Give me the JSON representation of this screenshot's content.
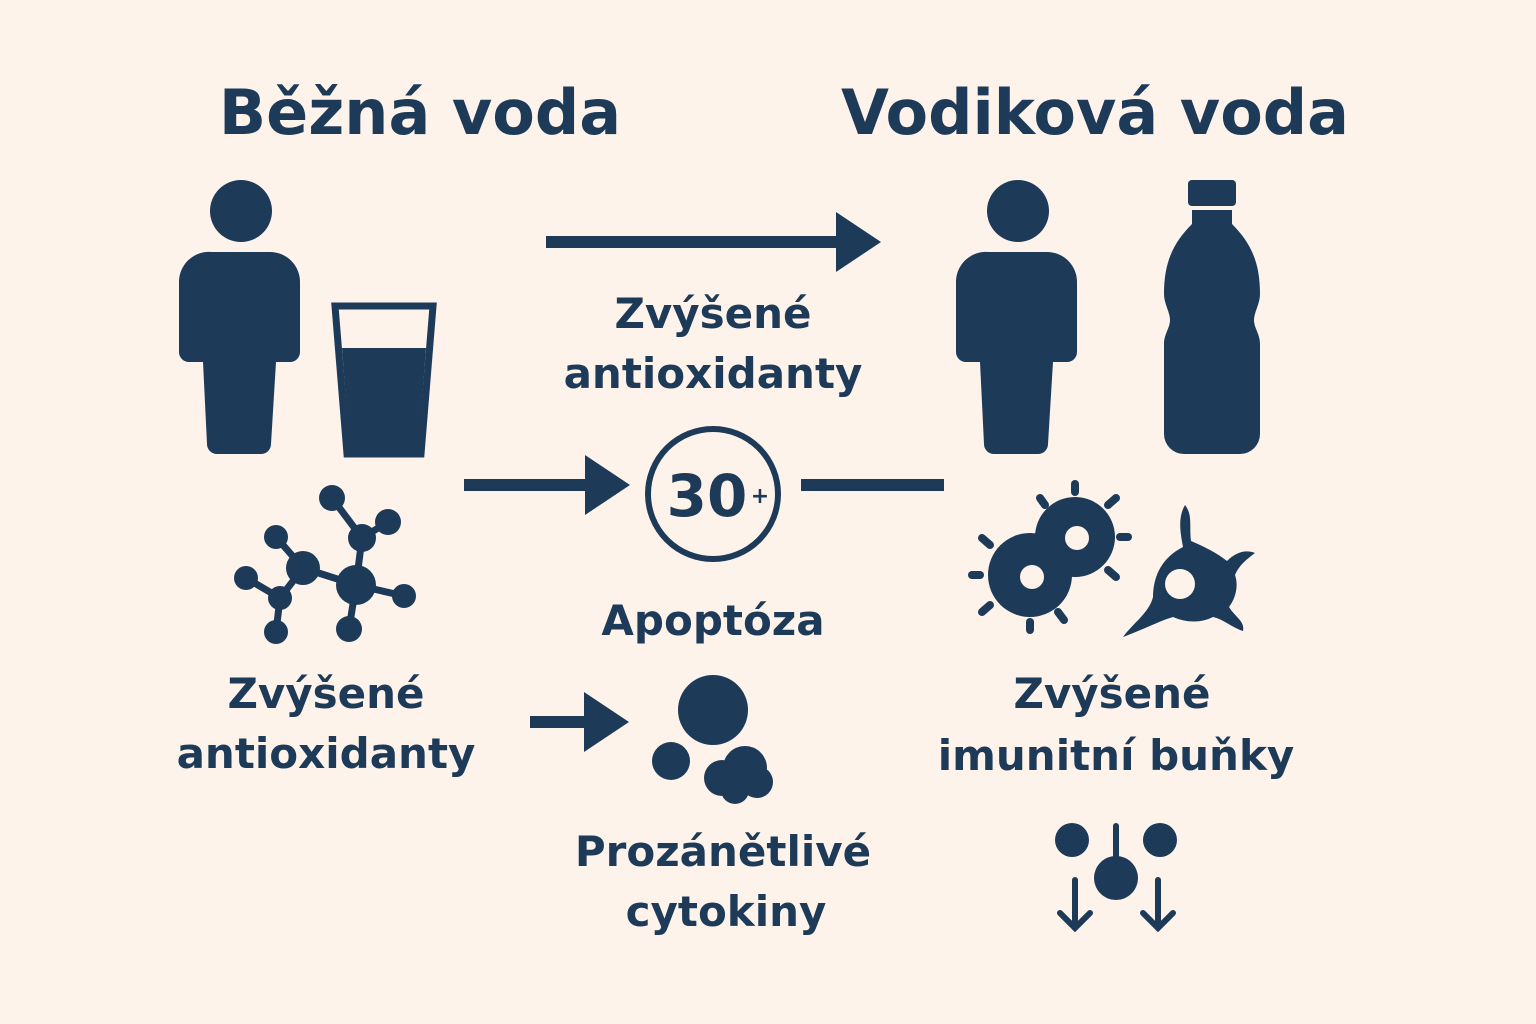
{
  "titles": {
    "left": "Běžná voda",
    "right": "Vodiková voda"
  },
  "labels": {
    "top_arrow_line1": "Zvýšené",
    "top_arrow_line2": "antioxidanty",
    "left_line1": "Zvýšené",
    "left_line2": "antioxidanty",
    "center_badge": "30",
    "center_badge_plus": "+",
    "center": "Apoptóza",
    "cytokines_line1": "Prozánětlivé",
    "cytokines_line2": "cytokiny",
    "right_line1": "Zvýšené",
    "right_line2": "imunitní buňky"
  },
  "colors": {
    "background": "#fdf3ea",
    "ink": "#1d3a58"
  }
}
